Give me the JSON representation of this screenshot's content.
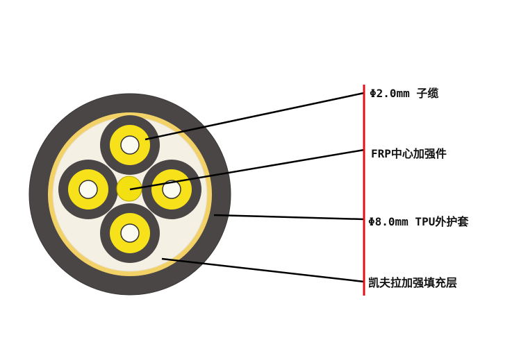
{
  "labels": [
    {
      "id": "subcable",
      "text": "Φ2.0mm 子缆"
    },
    {
      "id": "frp",
      "text": "FRP中心加强件"
    },
    {
      "id": "jacket",
      "text": "Φ8.0mm TPU外护套"
    },
    {
      "id": "aramid",
      "text": "凯夫拉加强填充层"
    }
  ],
  "colors": {
    "jacket": "#4a4646",
    "aramid_ring": "#f2d266",
    "filler": "#f5f0e4",
    "subcable_sheath": "#4a4646",
    "subcable_buffer": "#f7e11a",
    "fiber": "#fbfbf0",
    "frp_core": "#f2e013",
    "divider": "#e0101a",
    "leader": "#000000"
  }
}
